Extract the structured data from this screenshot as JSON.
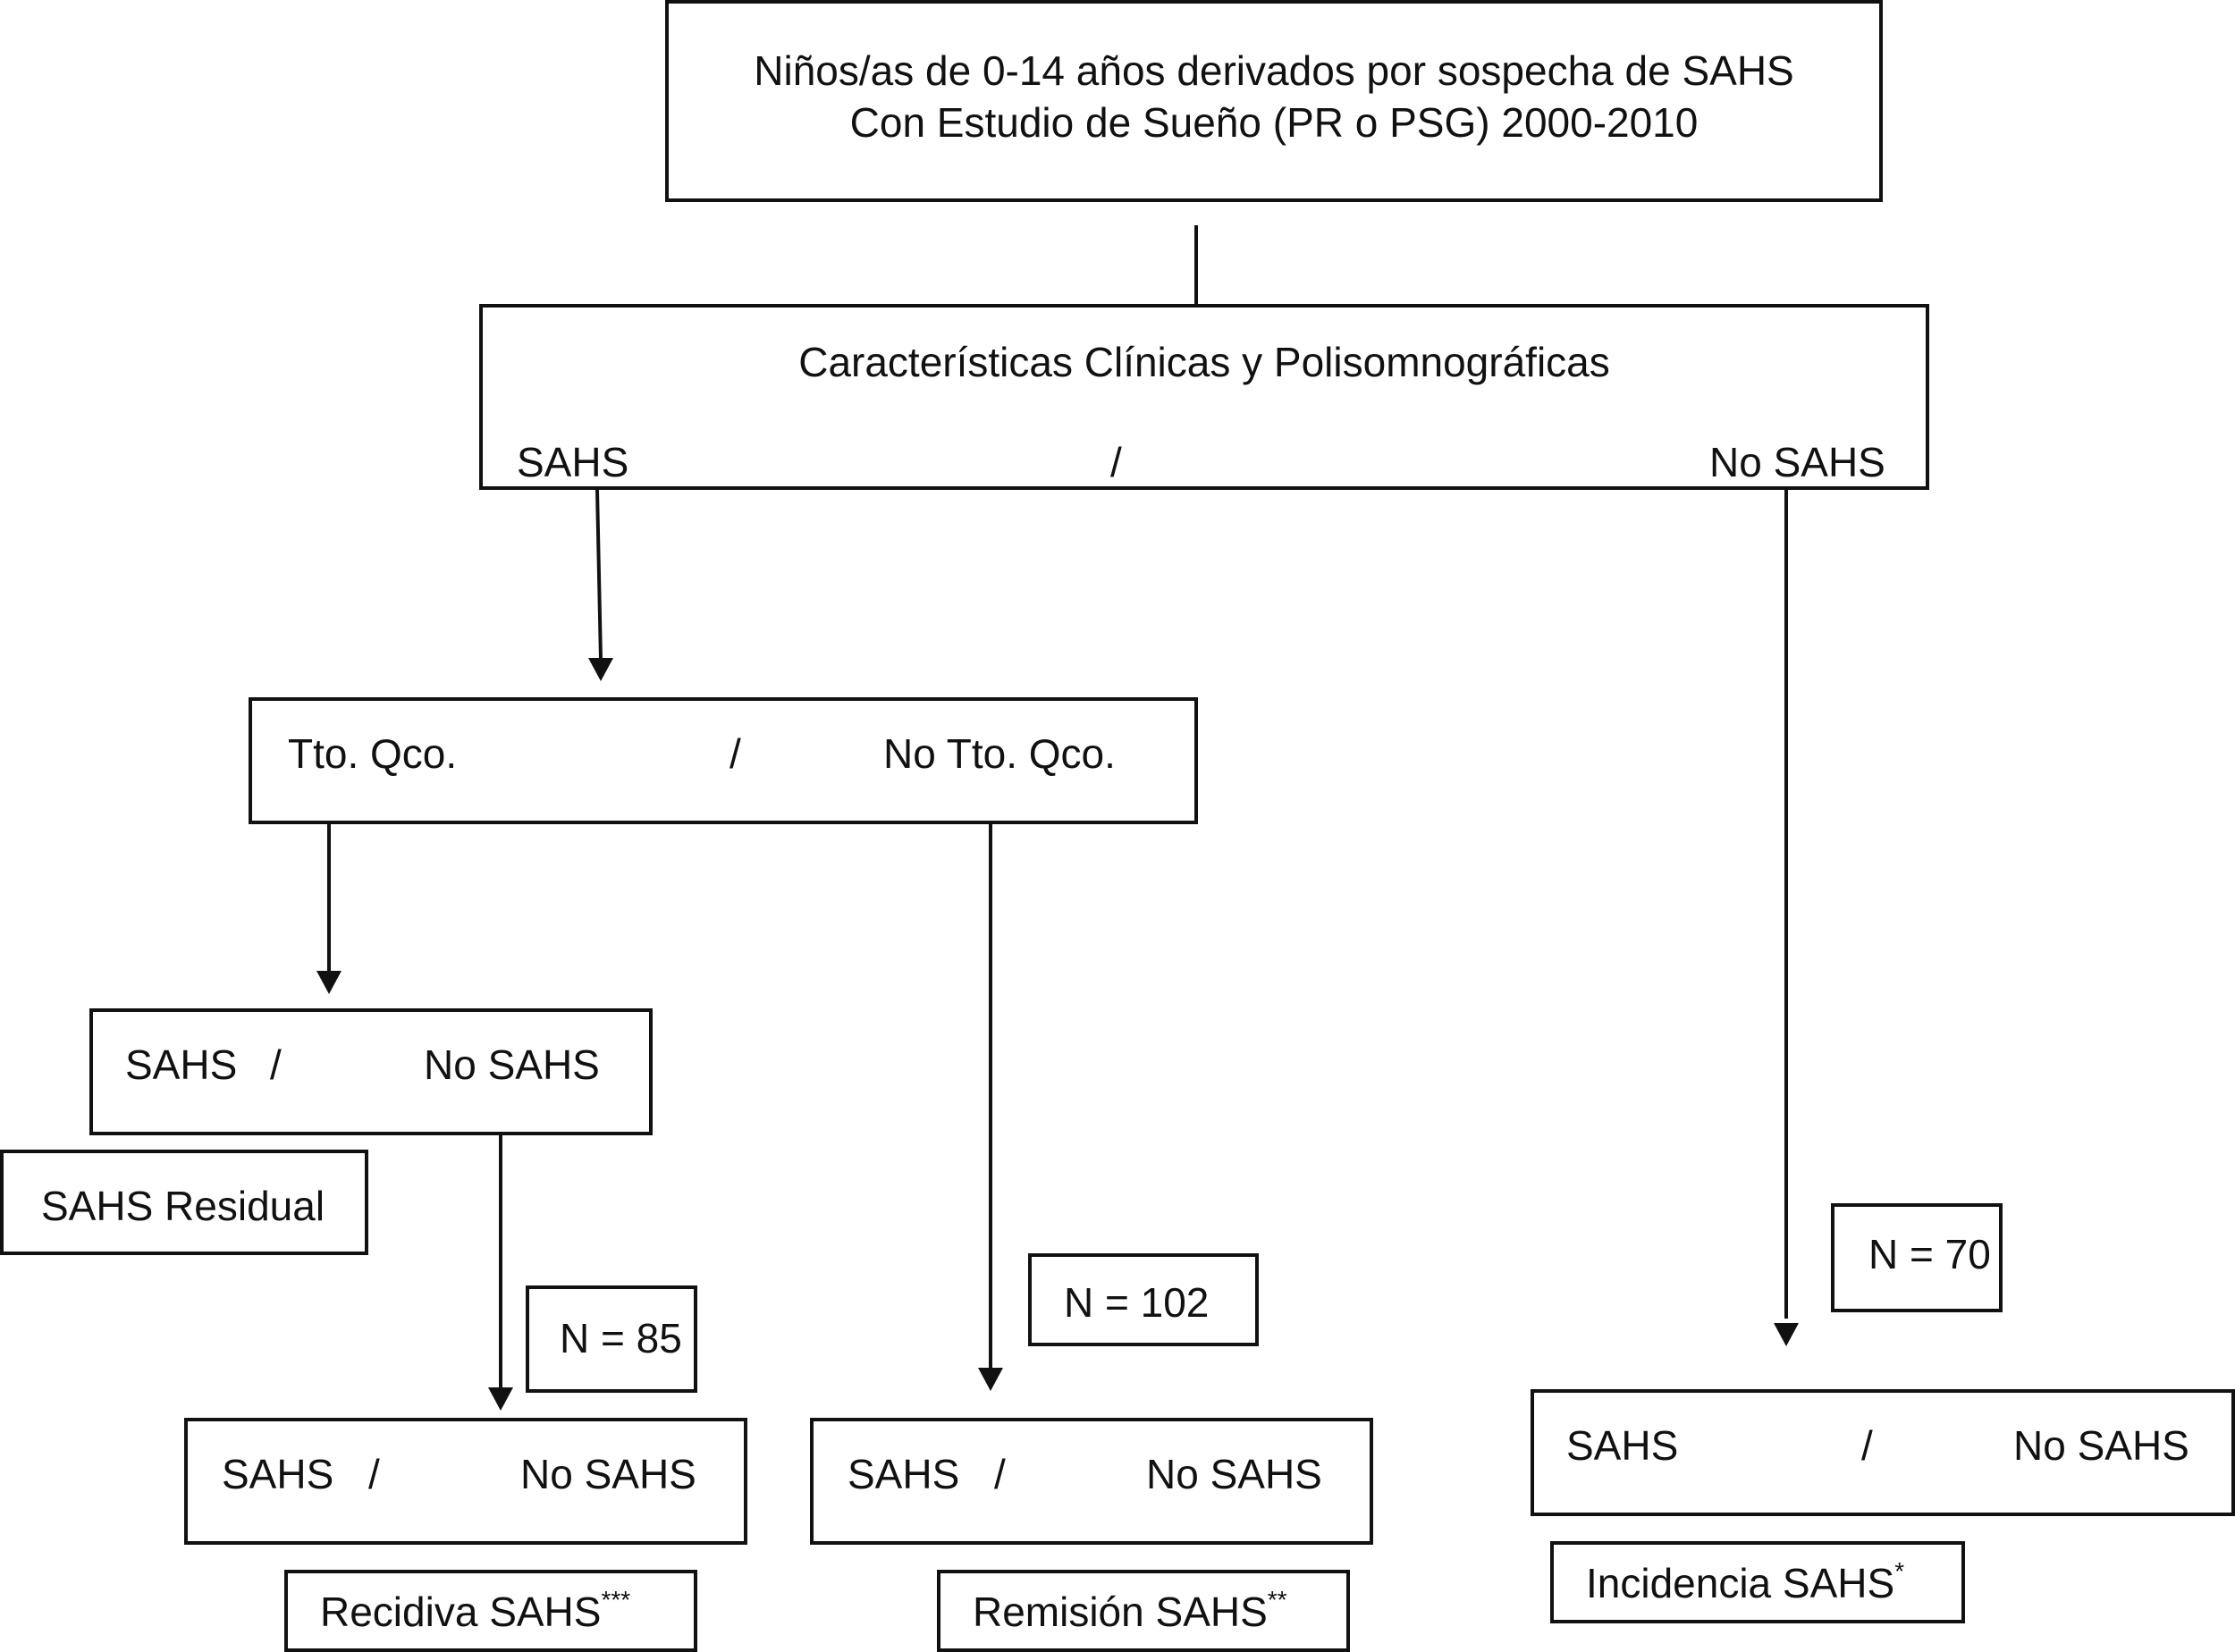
{
  "top": {
    "line1": "Niños/as de 0-14 años derivados por sospecha de SAHS",
    "line2": "Con Estudio de Sueño (PR o PSG)  2000-2010"
  },
  "characteristics": {
    "title": "Características Clínicas y Polisomnográficas",
    "left": "SAHS",
    "sep": "/",
    "right": "No SAHS"
  },
  "treatment": {
    "left": "Tto. Qco.",
    "sep": "/",
    "right": "No Tto. Qco."
  },
  "post_surgery": {
    "left": "SAHS",
    "sep": "/",
    "right": "No SAHS",
    "label": "SAHS Residual"
  },
  "counts": {
    "surgery": "N = 85",
    "no_surgery": "N = 102",
    "no_sahs": "N = 70"
  },
  "outcome_recurrence": {
    "left": "SAHS",
    "sep": "/",
    "right": "No SAHS",
    "label": "Recidiva SAHS",
    "mark": "***"
  },
  "outcome_remission": {
    "left": "SAHS",
    "sep": "/",
    "right": "No SAHS",
    "label": "Remisión SAHS",
    "mark": "**"
  },
  "outcome_incidence": {
    "left": "SAHS",
    "sep": "/",
    "right": "No SAHS",
    "label": "Incidencia SAHS",
    "mark": "*"
  }
}
